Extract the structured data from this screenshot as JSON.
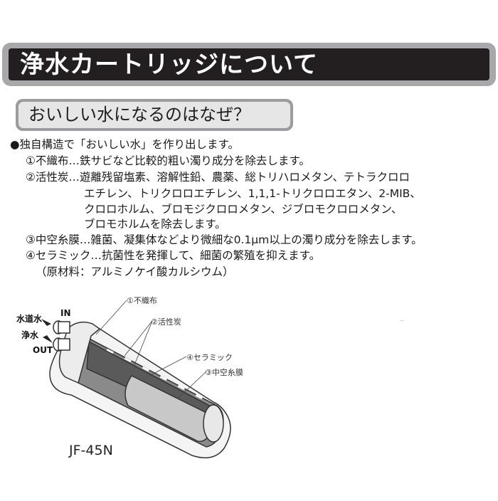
{
  "header": {
    "title": "浄水カートリッジについて",
    "subtitle": "おいしい水になるのはなぜ？",
    "colors": {
      "banner_bg": "#231f20",
      "banner_border": "#a8a8aa",
      "subtitle_bg": "#e6e6e7",
      "subtitle_border": "#9c9c9e"
    }
  },
  "intro": "●独自構造で「おいしい水」を作り出します。",
  "items": [
    {
      "label": "①不織布…鉄サビなど比較的粗い濁り成分を除去します。"
    },
    {
      "label": "②活性炭…遊離残留塩素、溶解性鉛、農薬、総トリハロメタン、テトラクロロ",
      "continuation": [
        "エチレン、トリクロロエチレン、1,1,1-トリクロロエタン、2-MIB、",
        "クロロホルム、ブロモジクロロメタン、ジブロモクロロメタン、",
        "ブロモホルムを除去します。"
      ]
    },
    {
      "label": "③中空糸膜…雑菌、凝集体などより微細な0.1μm以上の濁り成分を除去します。"
    },
    {
      "label": "④セラミック…抗菌性を発揮して、細菌の繁殖を抑えます。",
      "continuation": [
        "（原材料：アルミノケイ酸カルシウム）"
      ]
    }
  ],
  "diagram": {
    "inlet_label": "水道水",
    "outlet_label": "浄水",
    "in": "IN",
    "out": "OUT",
    "callouts": {
      "nonwoven": "①不織布",
      "carbon": "②活性炭",
      "ceramic": "④セラミック",
      "hollow_fiber": "③中空糸膜"
    },
    "model": "JF-45N",
    "stray_mark": "‥"
  }
}
